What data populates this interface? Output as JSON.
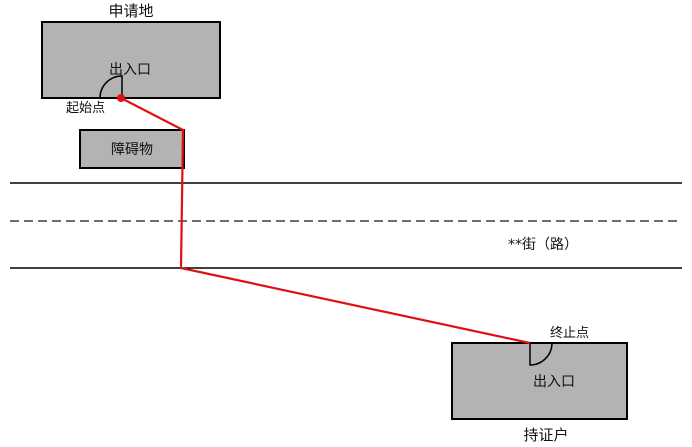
{
  "labels": {
    "applicant_site": "申请地",
    "entrance_top": "出入口",
    "start_point": "起始点",
    "obstacle": "障碍物",
    "street": "**街（路）",
    "end_point": "终止点",
    "entrance_bottom": "出入口",
    "permit_holder": "持证户"
  },
  "colors": {
    "box_fill": "#b3b3b3",
    "box_stroke": "#000000",
    "route": "#e01010",
    "road_line": "#000000",
    "center_line": "#6e6e6e"
  }
}
